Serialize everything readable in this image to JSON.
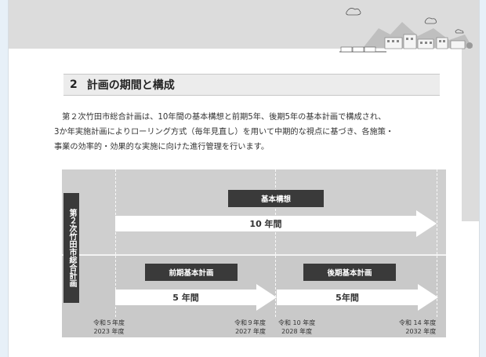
{
  "section": {
    "number": "2",
    "title": "計画の期間と構成"
  },
  "body_text": [
    "　第２次竹田市総合計画は、10年間の基本構想と前期5年、後期5年の基本計画で構成され、",
    "3か年実施計画によりローリング方式（毎年見直し）を用いて中期的な視点に基づき、各施策・",
    "事業の効率的・効果的な実施に向けた進行管理を行います。"
  ],
  "diagram": {
    "vertical_label": "第２次竹田市総合計画",
    "basic_concept": {
      "box_label": "基本構想",
      "duration": "10 年間"
    },
    "early_plan": {
      "box_label": "前期基本計画",
      "duration": "5 年間"
    },
    "late_plan": {
      "box_label": "後期基本計画",
      "duration": "5年間"
    },
    "years": [
      {
        "era": "令和５年度",
        "western": "2023 年度"
      },
      {
        "era": "令和９年度",
        "western": "2027 年度"
      },
      {
        "era": "令和 10 年度",
        "western": "2028 年度"
      },
      {
        "era": "令和 14 年度",
        "western": "2032 年度"
      }
    ]
  },
  "colors": {
    "box_dark": "#3a3a3a",
    "diagram_bg": "#cfcfcf",
    "arrow_fill": "#ffffff",
    "band_gray": "#dcdcdc"
  },
  "icons": [
    "town-illustration"
  ]
}
